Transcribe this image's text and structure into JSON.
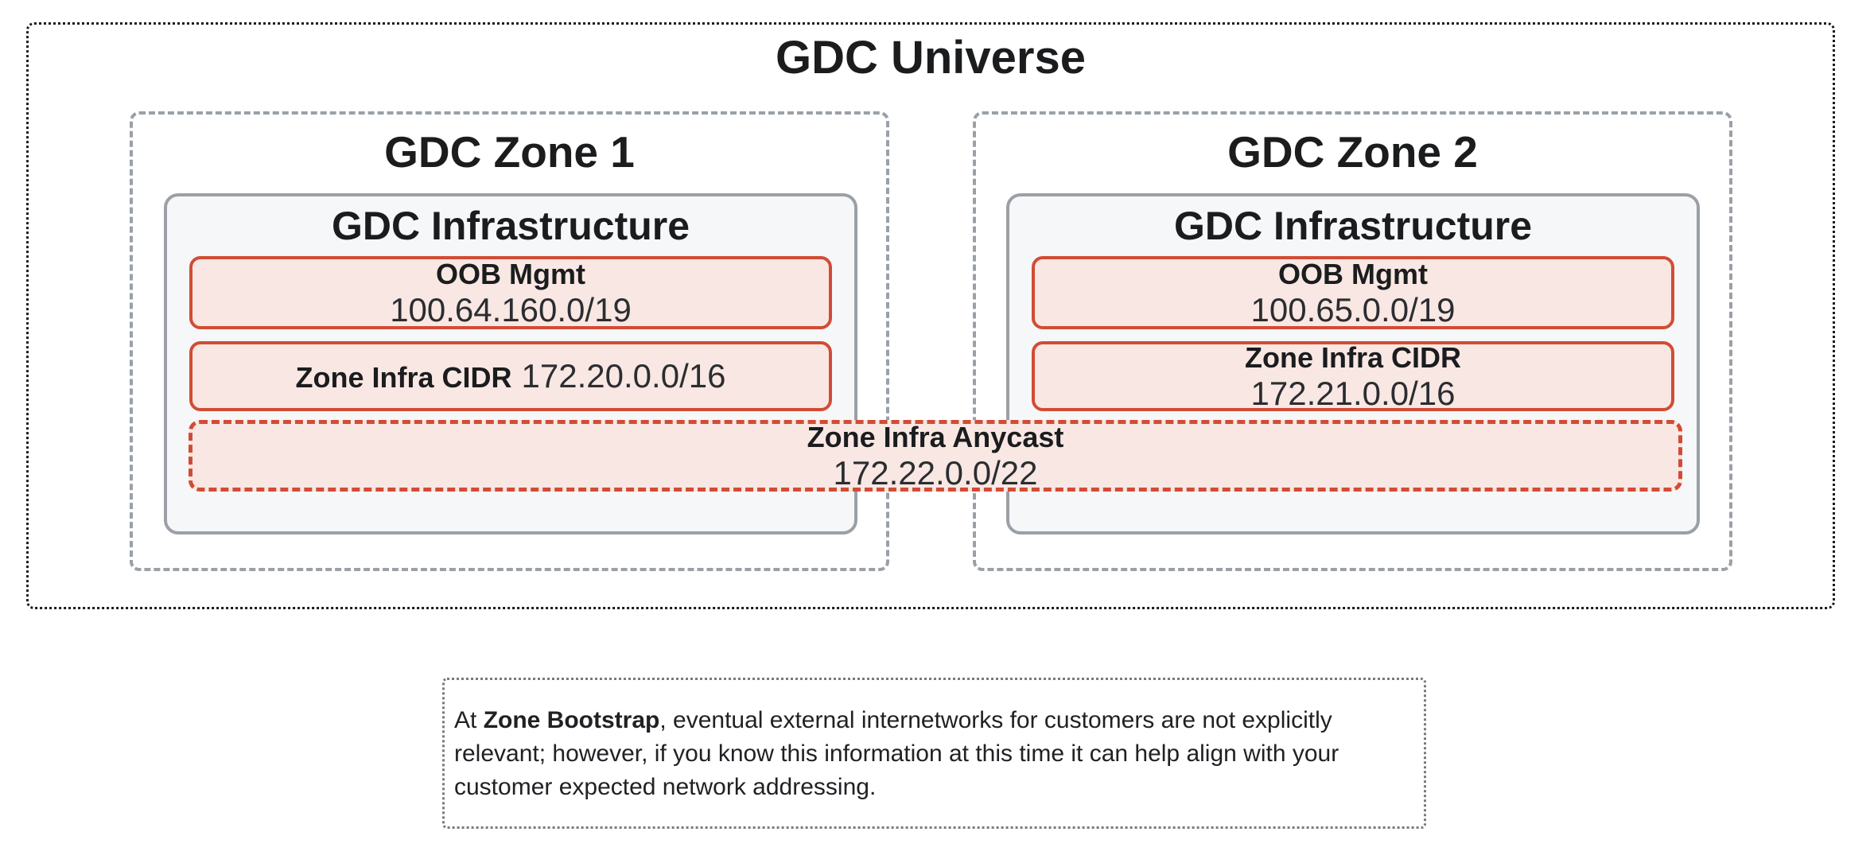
{
  "universe": {
    "title": "GDC Universe"
  },
  "zones": [
    {
      "title": "GDC Zone 1",
      "infrastructure": {
        "title": "GDC Infrastructure",
        "oob": {
          "label": "OOB Mgmt",
          "cidr": "100.64.160.0/19"
        },
        "zone_infra": {
          "label": "Zone Infra CIDR",
          "cidr": "172.20.0.0/16"
        }
      }
    },
    {
      "title": "GDC Zone 2",
      "infrastructure": {
        "title": "GDC Infrastructure",
        "oob": {
          "label": "OOB Mgmt",
          "cidr": "100.65.0.0/19"
        },
        "zone_infra": {
          "label": "Zone Infra CIDR",
          "cidr": "172.21.0.0/16"
        }
      }
    }
  ],
  "anycast": {
    "label": "Zone Infra Anycast",
    "cidr": "172.22.0.0/22"
  },
  "note": {
    "prefix": "At ",
    "bold": "Zone Bootstrap",
    "rest": ", eventual external internetworks for customers are not explicitly relevant; however, if you know this information at this time it can help align with your customer expected network addressing."
  },
  "colors": {
    "red_border": "#d14c35",
    "red_fill": "#f8e7e3",
    "gray_border": "#9aa0a6",
    "infra_fill": "#f6f7f8",
    "outer_border": "#1b1b1b",
    "note_border": "#757a80",
    "text": "#1b1c1e"
  }
}
